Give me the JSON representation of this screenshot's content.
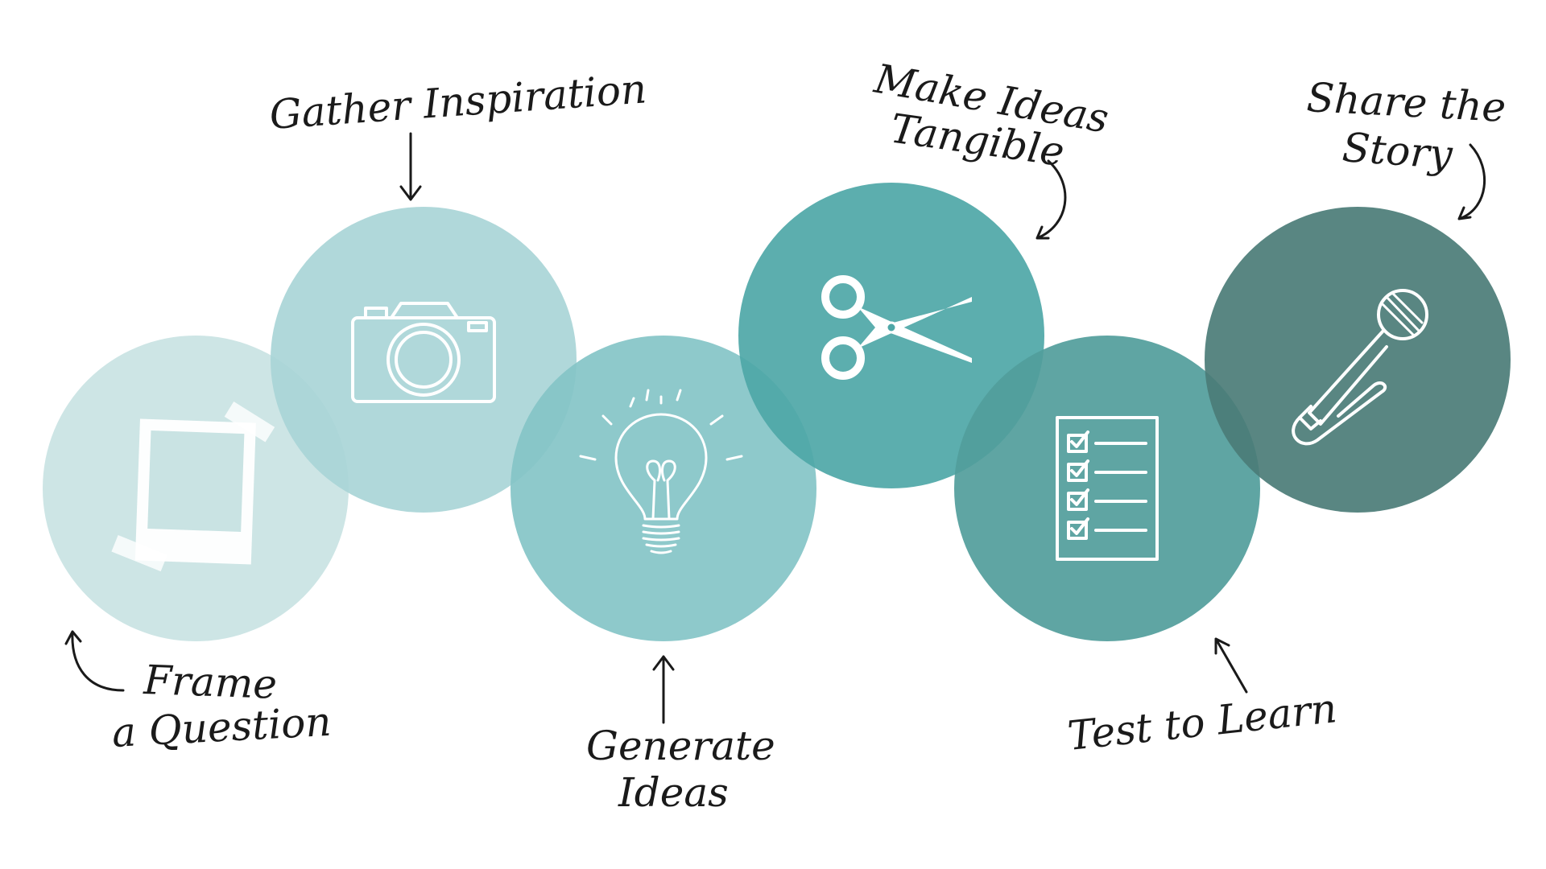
{
  "steps": [
    {
      "id": "frame",
      "label_lines": [
        "Frame",
        "a Question"
      ],
      "color": "#C9E3E3",
      "icon": "polaroid-icon"
    },
    {
      "id": "gather",
      "label_lines": [
        "Gather Inspiration"
      ],
      "color": "#A9D5D7",
      "icon": "camera-icon"
    },
    {
      "id": "generate",
      "label_lines": [
        "Generate",
        "Ideas"
      ],
      "color": "#84C4C7",
      "icon": "lightbulb-icon"
    },
    {
      "id": "make",
      "label_lines": [
        "Make Ideas",
        "Tangible"
      ],
      "color": "#4EA7A7",
      "icon": "scissors-icon"
    },
    {
      "id": "test",
      "label_lines": [
        "Test to Learn"
      ],
      "color": "#519D9B",
      "icon": "checklist-icon"
    },
    {
      "id": "share",
      "label_lines": [
        "Share the",
        "Story"
      ],
      "color": "#4B7C77",
      "icon": "microphone-icon"
    }
  ],
  "colors": {
    "ink": "#1a1a1a",
    "icon_stroke": "#ffffff",
    "background": "#ffffff"
  }
}
